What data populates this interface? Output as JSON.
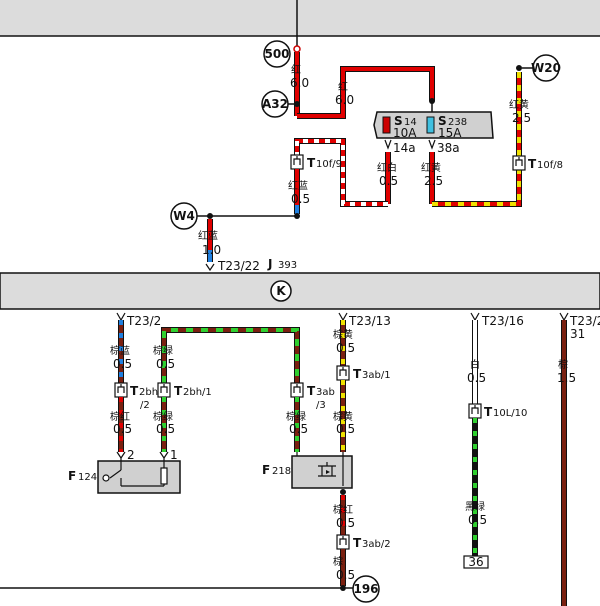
{
  "top": {
    "points": {
      "p500": "500",
      "a32": "A32",
      "w20": "W20",
      "w4": "W4"
    },
    "wires": {
      "w500": {
        "color": "红",
        "size": "6.0"
      },
      "wa32": {
        "color": "红",
        "size": "6.0"
      },
      "w20": {
        "color": "红黄",
        "size": "2.5"
      },
      "t10f9": {
        "color": "红蓝",
        "size": "0.5"
      },
      "s14out": {
        "color": "红白",
        "size": "0.5"
      },
      "s238out": {
        "color": "红黄",
        "size": "2.5"
      },
      "w4": {
        "color": "红蓝",
        "size": "1.0"
      }
    },
    "fuses": {
      "s14": {
        "name": "S",
        "sub": "14",
        "rating": "10A",
        "pin": "14a"
      },
      "s238": {
        "name": "S",
        "sub": "238",
        "rating": "15A",
        "pin": "38a"
      }
    },
    "connectors": {
      "t10f9": {
        "name": "T",
        "sub": "10f/9"
      },
      "t10f8": {
        "name": "T",
        "sub": "10f/8"
      },
      "t2322": {
        "name": "T23/22"
      }
    },
    "j393": {
      "name": "J",
      "sub": "393"
    }
  },
  "band": {
    "label": "K"
  },
  "bottom": {
    "connectors": {
      "t232": "T23/2",
      "t2313": "T23/13",
      "t2316": "T23/16",
      "t232x": "T23/2",
      "t232x_2": "31",
      "t2bh2": {
        "name": "T",
        "sub": "2bh",
        "suffix": "/2"
      },
      "t2bh1": {
        "name": "T",
        "sub": "2bh/1"
      },
      "t3ab3": {
        "name": "T",
        "sub": "3ab",
        "suffix": "/3"
      },
      "t3ab1": {
        "name": "T",
        "sub": "3ab/1"
      },
      "t3ab2": {
        "name": "T",
        "sub": "3ab/2"
      },
      "t10l10": {
        "name": "T",
        "sub": "10L/10"
      }
    },
    "wires": {
      "a1": {
        "color": "棕蓝",
        "size": "0.5"
      },
      "a2": {
        "color": "棕红",
        "size": "0.5"
      },
      "b1": {
        "color": "棕绿",
        "size": "0.5"
      },
      "b2": {
        "color": "棕绿",
        "size": "0.5"
      },
      "c1": {
        "color": "棕绿",
        "size": "0.5"
      },
      "d1": {
        "color": "棕黄",
        "size": "0.5"
      },
      "d2": {
        "color": "棕黄",
        "size": "0.5"
      },
      "e1": {
        "color": "棕红",
        "size": "0.5"
      },
      "e2": {
        "color": "棕",
        "size": "0.5"
      },
      "f1": {
        "color": "白",
        "size": "0.5"
      },
      "f2": {
        "color": "黑绿",
        "size": "0.5"
      },
      "g1": {
        "color": "棕",
        "size": "1.5"
      }
    },
    "components": {
      "f124": {
        "name": "F",
        "sub": "124",
        "pin_left": "2",
        "pin_right": "1"
      },
      "f218": {
        "name": "F",
        "sub": "218"
      }
    },
    "points": {
      "p196": "196",
      "p36": "36"
    }
  }
}
